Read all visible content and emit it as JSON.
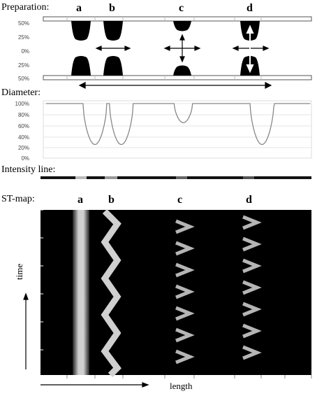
{
  "labels": {
    "preparation": "Preparation:",
    "diameter": "Diameter:",
    "intensity": "Intensity line:",
    "stmap": "ST-map:",
    "time": "time",
    "length": "length"
  },
  "columns": [
    "a",
    "b",
    "c",
    "d"
  ],
  "prep_ticks": [
    "50%",
    "25%",
    "0%",
    "25%",
    "50%"
  ],
  "diam_ticks": [
    "100%",
    "80%",
    "60%",
    "40%",
    "20%",
    "0%"
  ],
  "chart_data": {
    "type": "line",
    "title": "",
    "xlabel": "",
    "ylabel": "",
    "ylim": [
      0,
      100
    ],
    "series": [
      {
        "values_note": "",
        "x": [
          0,
          0.17,
          0.2,
          0.23,
          0.27,
          0.3,
          0.33,
          0.5,
          0.53,
          0.57,
          0.6,
          0.78,
          0.81,
          0.84,
          0.87,
          1.0
        ],
        "y": [
          100,
          100,
          25,
          25,
          100,
          25,
          100,
          100,
          65,
          65,
          100,
          100,
          25,
          25,
          100,
          100
        ]
      }
    ]
  },
  "colors": {
    "ink": "#000000",
    "grey": "#888888",
    "map_bg": "#000000"
  }
}
